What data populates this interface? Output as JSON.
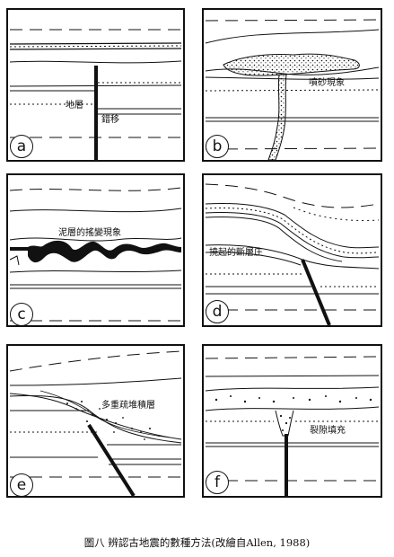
{
  "panels": [
    {
      "id": "a",
      "badge": "a",
      "labels": [
        "地層",
        "錯移"
      ]
    },
    {
      "id": "b",
      "badge": "b",
      "labels": [
        "噴砂現象"
      ]
    },
    {
      "id": "c",
      "badge": "c",
      "labels": [
        "泥層的搖變現象"
      ]
    },
    {
      "id": "d",
      "badge": "d",
      "labels": [
        "撓起的斷層庄"
      ]
    },
    {
      "id": "e",
      "badge": "e",
      "labels": [
        "多重疏堆積層"
      ]
    },
    {
      "id": "f",
      "badge": "f",
      "labels": [
        "裂隙填充"
      ]
    }
  ],
  "caption": "圖八 辨認古地震的數種方法(改繪自Allen, 1988)"
}
